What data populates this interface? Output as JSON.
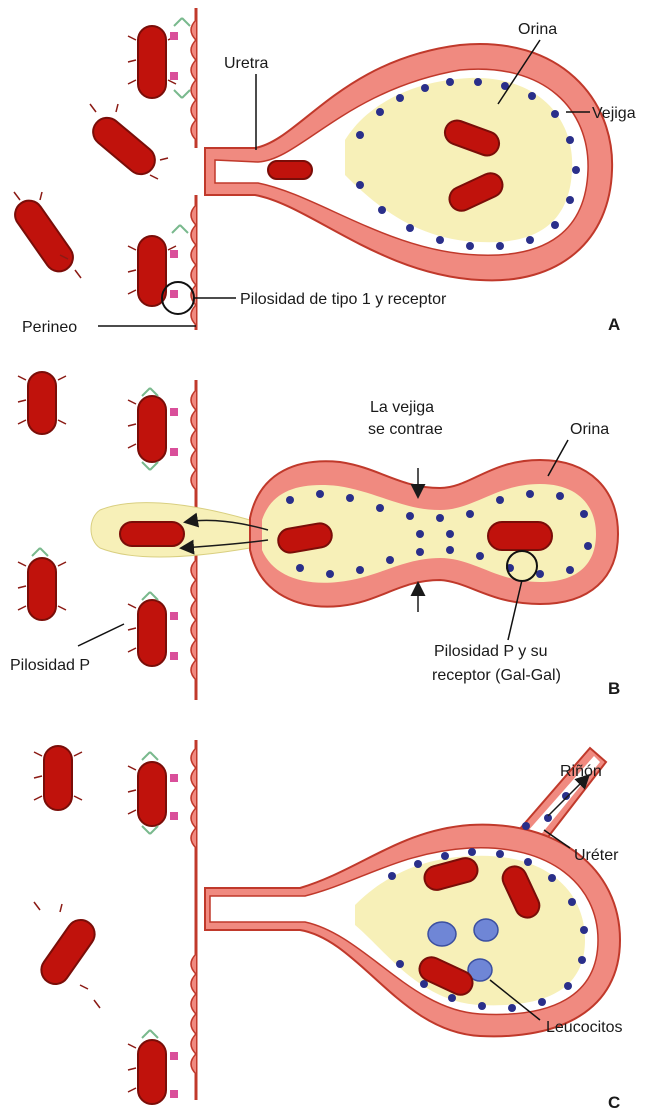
{
  "colors": {
    "tissue_fill": "#f08a80",
    "tissue_stroke": "#c0392b",
    "bacteria_fill": "#c0120c",
    "bacteria_stroke": "#7a0d08",
    "urine": "#f7f0b8",
    "receptor_dot": "#2a2f8a",
    "fimbria": "#8b1a14",
    "receptor_green": "#79b98d",
    "pilus_pink": "#d94f9a",
    "leukocyte": "#6f86d6",
    "label_text": "#1a1a1a"
  },
  "panels": {
    "a": {
      "letter": "A",
      "labels": {
        "uretra": "Uretra",
        "orina": "Orina",
        "vejiga": "Vejiga",
        "pilosidad": "Pilosidad de tipo 1 y receptor",
        "perineo": "Perineo"
      }
    },
    "b": {
      "letter": "B",
      "labels": {
        "contrae_1": "La vejiga",
        "contrae_2": "se contrae",
        "orina": "Orina",
        "pilosidad_p": "Pilosidad P",
        "receptor_1": "Pilosidad P y su",
        "receptor_2": "receptor (Gal-Gal)"
      }
    },
    "c": {
      "letter": "C",
      "labels": {
        "rinon": "Riñón",
        "ureter": "Uréter",
        "leucocitos": "Leucocitos"
      }
    }
  }
}
